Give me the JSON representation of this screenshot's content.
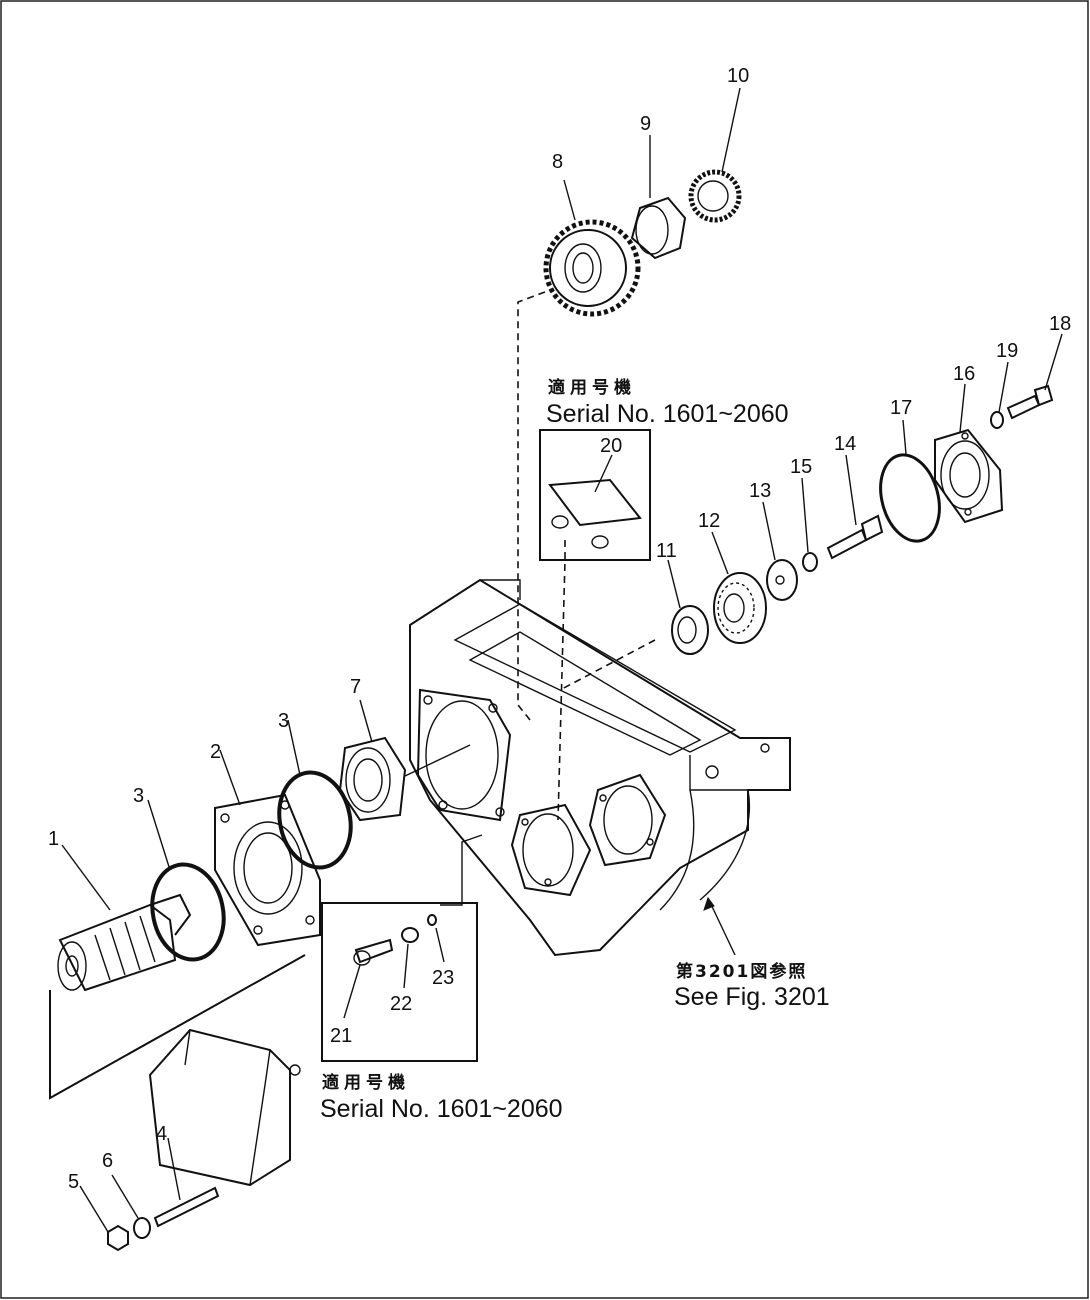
{
  "callouts": [
    "1",
    "2",
    "3",
    "3",
    "4",
    "5",
    "6",
    "7",
    "8",
    "9",
    "10",
    "11",
    "12",
    "13",
    "14",
    "15",
    "16",
    "17",
    "18",
    "19",
    "20",
    "21",
    "22",
    "23"
  ],
  "notes": {
    "serial_top_jp": "適用号機",
    "serial_top_en": "Serial No. 1601~2060",
    "serial_bottom_jp": "適用号機",
    "serial_bottom_en": "Serial No. 1601~2060",
    "see_fig_jp": "第3201図参照",
    "see_fig_en": "See Fig. 3201"
  }
}
